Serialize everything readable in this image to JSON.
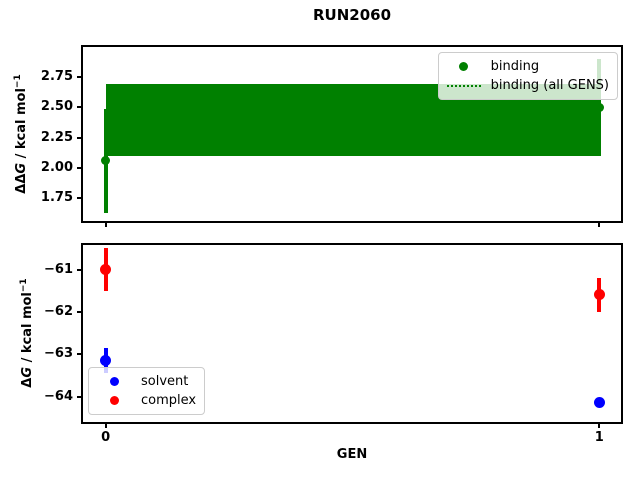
{
  "figure": {
    "title": "RUN2060",
    "background": "#ffffff"
  },
  "colors": {
    "binding": "#008000",
    "solvent": "#0000ff",
    "complex": "#ff0000",
    "axes": "#000000",
    "legend_border": "#cccccc"
  },
  "chart_data": [
    {
      "id": "binding-plot",
      "type": "scatter",
      "title": "RUN2060",
      "ylabel": {
        "prefix": "ΔΔ",
        "symbol": "G",
        "unit": " / kcal mol",
        "sup": "−1"
      },
      "xlim": [
        -0.046,
        1.044
      ],
      "ylim": [
        1.56,
        3.0
      ],
      "grid": false,
      "yticks": [
        {
          "v": 1.75,
          "label": "1.75"
        },
        {
          "v": 2.0,
          "label": "2.00"
        },
        {
          "v": 2.25,
          "label": "2.25"
        },
        {
          "v": 2.5,
          "label": "2.50"
        },
        {
          "v": 2.75,
          "label": "2.75"
        }
      ],
      "xticks": [
        {
          "v": 0,
          "label": ""
        },
        {
          "v": 1,
          "label": ""
        }
      ],
      "legend": {
        "position": "upper right",
        "entries": [
          {
            "label": "binding",
            "marker": "dot",
            "color": "#008000"
          },
          {
            "label": "binding (all GENS)",
            "marker": "dotted-line",
            "color": "#008000"
          }
        ]
      },
      "series": [
        {
          "name": "binding",
          "color": "#008000",
          "marker": "dot",
          "msize": 9,
          "points": [
            {
              "x": 0,
              "y": 2.06,
              "err": 0.43
            },
            {
              "x": 1,
              "y": 2.5,
              "err": 0.4
            }
          ]
        }
      ],
      "band": {
        "name": "binding (all GENS)",
        "color": "#008000",
        "x0": 0,
        "x1": 1,
        "lo": 2.1,
        "hi": 2.69
      }
    },
    {
      "id": "components-plot",
      "type": "scatter",
      "xlabel": "GEN",
      "ylabel": {
        "prefix": "Δ",
        "symbol": "G",
        "unit": " / kcal mol",
        "sup": "−1"
      },
      "xlim": [
        -0.046,
        1.044
      ],
      "ylim": [
        -64.6,
        -60.42
      ],
      "grid": false,
      "yticks": [
        {
          "v": -61,
          "label": "−61"
        },
        {
          "v": -62,
          "label": "−62"
        },
        {
          "v": -63,
          "label": "−63"
        },
        {
          "v": -64,
          "label": "−64"
        }
      ],
      "xticks": [
        {
          "v": 0,
          "label": "0"
        },
        {
          "v": 1,
          "label": "1"
        }
      ],
      "legend": {
        "position": "lower left",
        "entries": [
          {
            "label": "solvent",
            "marker": "dot",
            "color": "#0000ff"
          },
          {
            "label": "complex",
            "marker": "dot",
            "color": "#ff0000"
          }
        ]
      },
      "series": [
        {
          "name": "solvent",
          "color": "#0000ff",
          "marker": "dot",
          "msize": 11,
          "points": [
            {
              "x": 0,
              "y": -63.15,
              "err": 0.3
            },
            {
              "x": 1,
              "y": -64.15,
              "err": 0.05
            }
          ]
        },
        {
          "name": "complex",
          "color": "#ff0000",
          "marker": "dot",
          "msize": 11,
          "points": [
            {
              "x": 0,
              "y": -61.0,
              "err": 0.5
            },
            {
              "x": 1,
              "y": -61.6,
              "err": 0.4
            }
          ]
        }
      ]
    }
  ]
}
